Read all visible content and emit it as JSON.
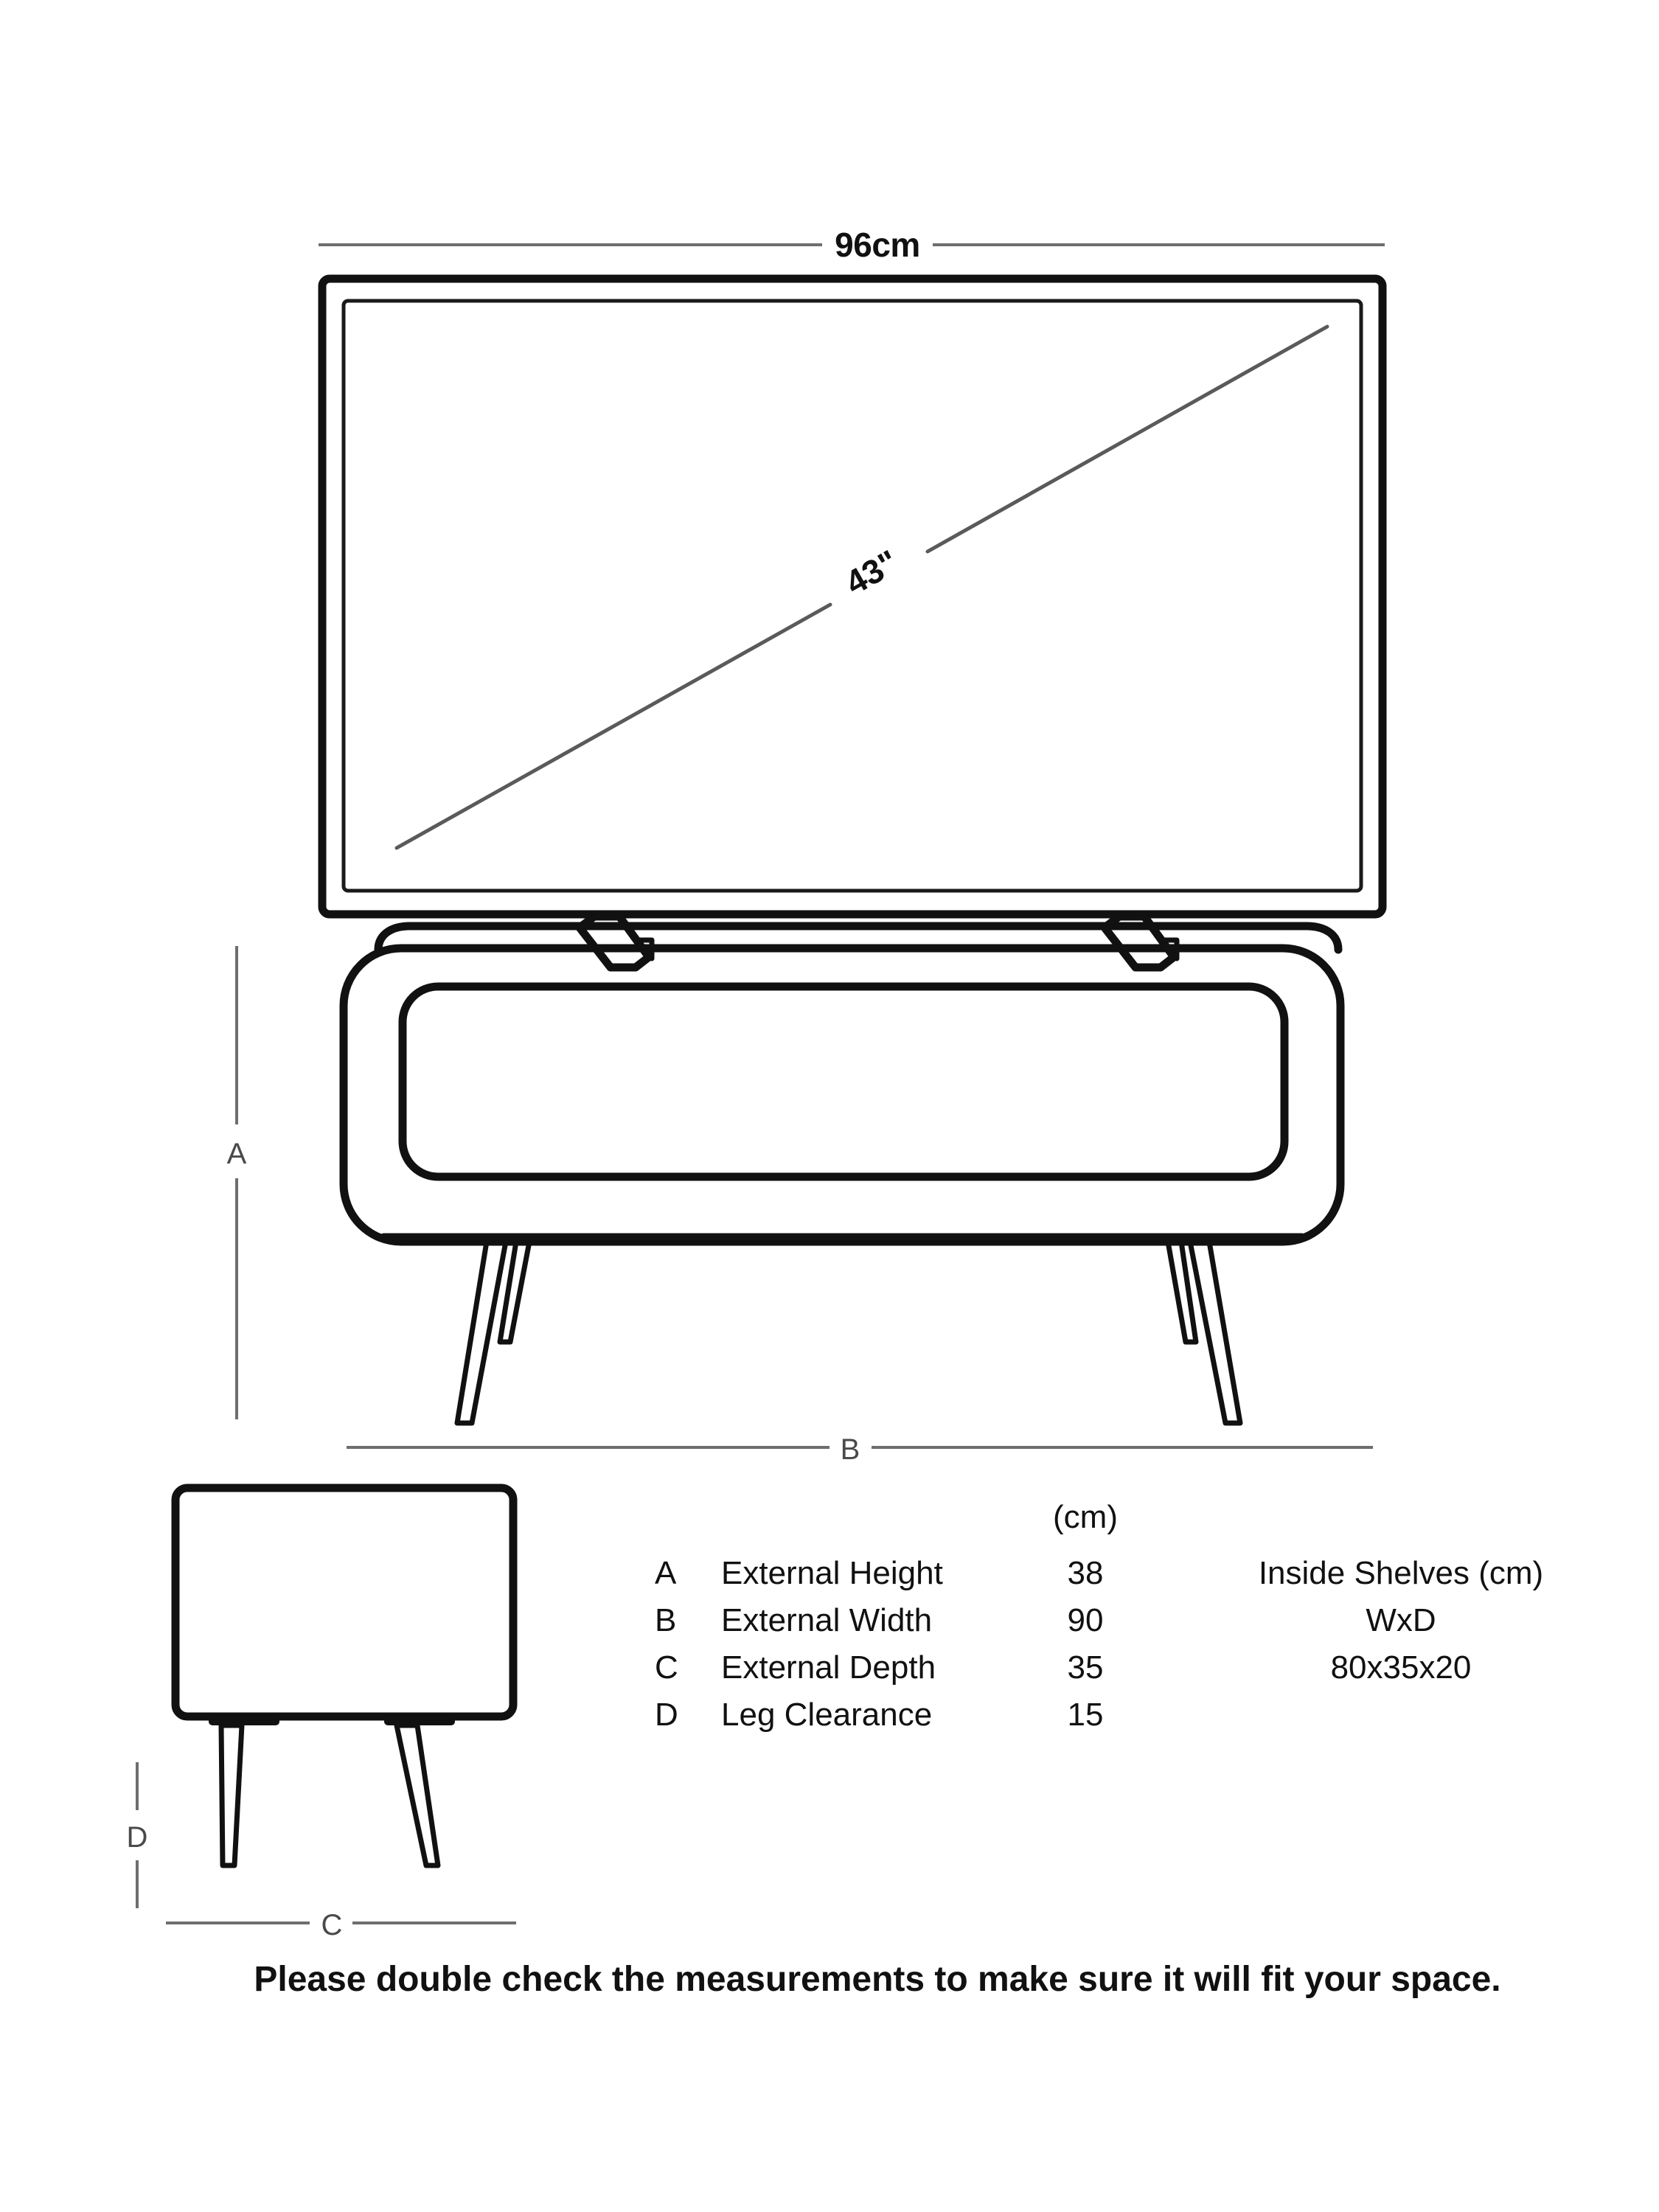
{
  "diagram": {
    "tv": {
      "width_label": "96cm",
      "screen_size_label": "43\"",
      "screen_size_icon": "diagonal-measure-icon"
    },
    "dimension_markers": {
      "a": "A",
      "b": "B",
      "c": "C",
      "d": "D"
    },
    "spec_table": {
      "unit_header": "(cm)",
      "rows": [
        {
          "key": "A",
          "label": "External Height",
          "value": "38"
        },
        {
          "key": "B",
          "label": "External Width",
          "value": "90"
        },
        {
          "key": "C",
          "label": "External Depth",
          "value": "35"
        },
        {
          "key": "D",
          "label": "Leg Clearance",
          "value": "15"
        }
      ],
      "shelves": {
        "title": "Inside Shelves (cm)",
        "axes": "WxD",
        "value": "80x35x20"
      }
    },
    "footer": {
      "note": "Please double check the measurements to make sure it will fit your space."
    },
    "colors": {
      "ink": "#111111",
      "dimension_line": "#6e6e6e",
      "background": "#ffffff"
    }
  }
}
